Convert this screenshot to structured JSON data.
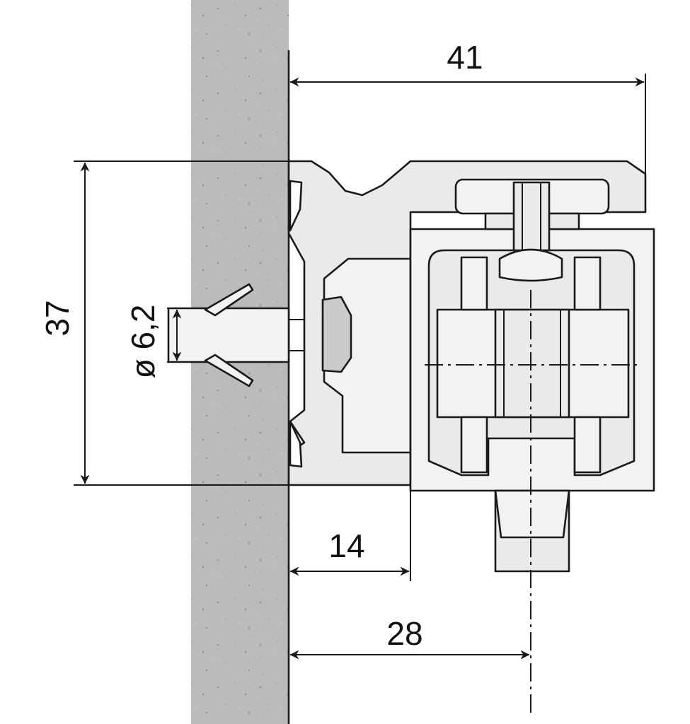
{
  "colors": {
    "wall": "#b9bbbc",
    "wall_speckle": "#8f9192",
    "line": "#1a1a1a",
    "metal_light": "#eeeff0",
    "metal_mid": "#d8dadc",
    "metal_dark": "#c0c3c5"
  },
  "dimensions": {
    "width_overall": "41",
    "height_overall": "37",
    "hole_diameter": "ø 6,2",
    "offset_front": "14",
    "offset_axis": "28"
  }
}
